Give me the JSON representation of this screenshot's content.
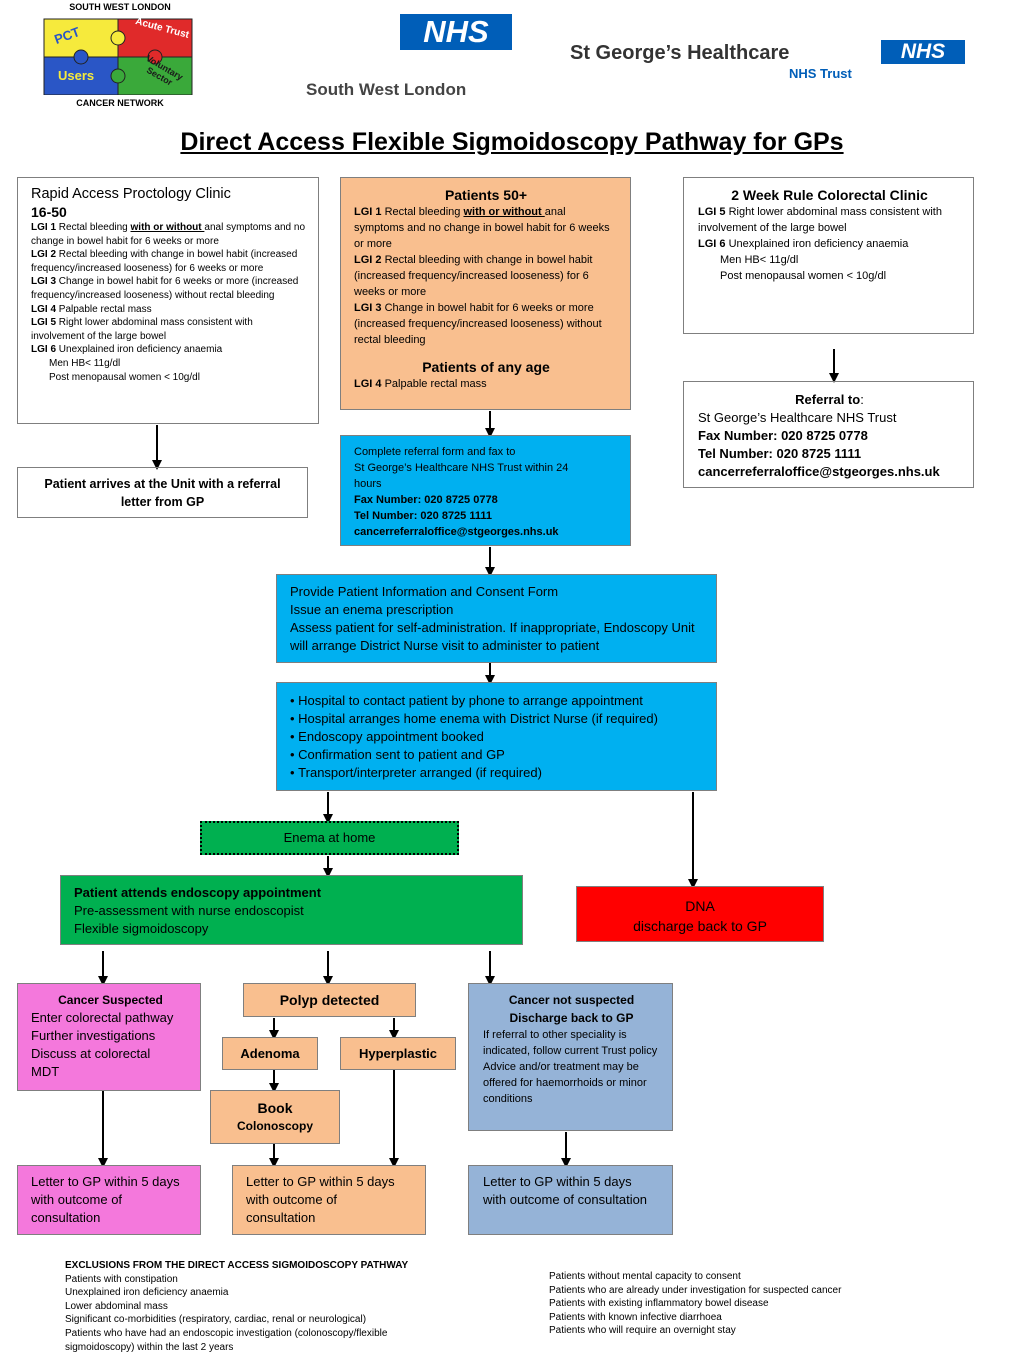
{
  "logos": {
    "network": {
      "line1": "SOUTH WEST LONDON",
      "line2": "CANCER NETWORK",
      "pieces": [
        "PCT",
        "Acute Trust",
        "Users",
        "Voluntary Sector"
      ]
    },
    "nhs_swl": {
      "badge": "NHS",
      "sub": "South West London"
    },
    "st_georges": {
      "name": "St George’s Healthcare",
      "trust": "NHS Trust",
      "badge": "NHS"
    }
  },
  "title": "Direct Access Flexible Sigmoidoscopy Pathway for GPs",
  "rapid": {
    "heading1": "Rapid Access Proctology Clinic",
    "heading2": "16-50",
    "items": [
      {
        "code": "LGI 1",
        "pre": " Rectal bleeding ",
        "em": "with or without ",
        "post": "anal symptoms and no change in bowel habit for 6 weeks or more"
      },
      {
        "code": "LGI 2",
        "text": " Rectal bleeding with change in bowel habit (increased frequency/increased looseness) for 6 weeks or more"
      },
      {
        "code": "LGI 3",
        "text": " Change in bowel habit for 6 weeks or more (increased frequency/increased looseness) without rectal bleeding"
      },
      {
        "code": "LGI 4",
        "text": " Palpable rectal mass"
      },
      {
        "code": "LGI 5",
        "text": " Right lower abdominal mass consistent with involvement of the large bowel"
      },
      {
        "code": "LGI 6",
        "text": " Unexplained iron deficiency anaemia"
      }
    ],
    "sub1": "Men HB< 11g/dl",
    "sub2": "Post menopausal women < 10g/dl"
  },
  "arrives": "Patient arrives at the Unit with a referral letter from GP",
  "p50": {
    "heading": "Patients 50+",
    "items": [
      {
        "code": "LGI 1",
        "pre": " Rectal bleeding ",
        "em": "with or without ",
        "post": "anal symptoms and no change in bowel habit for 6 weeks or more"
      },
      {
        "code": "LGI 2",
        "text": " Rectal bleeding with change in bowel habit (increased frequency/increased looseness) for 6 weeks or more"
      },
      {
        "code": "LGI 3",
        "text": " Change in bowel habit for 6 weeks or more (increased frequency/increased looseness) without rectal bleeding"
      }
    ],
    "heading2": "Patients of any age",
    "item4": {
      "code": "LGI 4",
      "text": " Palpable rectal mass"
    }
  },
  "twoweek": {
    "heading": "2 Week Rule Colorectal Clinic",
    "item5": {
      "code": "LGI 5",
      "text": " Right lower abdominal mass consistent with involvement of the large bowel"
    },
    "item6": {
      "code": "LGI 6",
      "text": " Unexplained iron deficiency anaemia"
    },
    "sub1": "Men HB< 11g/dl",
    "sub2": "Post menopausal women < 10g/dl"
  },
  "referral": {
    "label": "Referral to",
    "colon": ":",
    "org": "St George’s Healthcare NHS Trust",
    "fax": "Fax Number:  020 8725 0778",
    "tel": "Tel Number:  020 8725 1111",
    "email": "cancerreferraloffice@stgeorges.nhs.uk"
  },
  "complete": {
    "line1": "Complete referral form and fax to",
    "line2": "St George’s Healthcare NHS Trust within 24 hours",
    "fax": "Fax Number:  020 8725 0778",
    "tel": "Tel Number:  020 8725 1111",
    "email": "cancerreferraloffice@stgeorges.nhs.uk"
  },
  "provide": {
    "line1": "Provide Patient Information and Consent Form",
    "line2": "Issue an enema prescription",
    "line3": "Assess patient for self-administration.  If inappropriate, Endoscopy Unit will arrange District Nurse visit to administer to patient"
  },
  "hospital": {
    "items": [
      "Hospital to contact patient by phone to arrange appointment",
      "Hospital arranges home enema with District Nurse (if required)",
      "Endoscopy appointment booked",
      "Confirmation sent to patient and GP",
      "Transport/interpreter arranged (if required)"
    ]
  },
  "enema": "Enema at home",
  "attends": {
    "line1": "Patient attends endoscopy appointment",
    "line2": "Pre-assessment with nurse endoscopist",
    "line3": "Flexible sigmoidoscopy"
  },
  "dna": {
    "line1": "DNA",
    "line2": "discharge back to GP"
  },
  "cancer_suspected": {
    "heading": "Cancer Suspected",
    "line1": "Enter colorectal pathway",
    "line2": "Further investigations",
    "line3": "Discuss at colorectal MDT"
  },
  "polyp": "Polyp detected",
  "adenoma": "Adenoma",
  "hyperplastic": "Hyperplastic",
  "book": {
    "line1": "Book",
    "line2": "Colonoscopy"
  },
  "not_suspected": {
    "heading1": "Cancer not suspected",
    "heading2": "Discharge back to GP",
    "text1": "If referral to other speciality is indicated, follow current Trust policy",
    "text2": "Advice and/or treatment may be offered for haemorrhoids or minor conditions"
  },
  "letters": {
    "left": "Letter to GP within 5 days with outcome of consultation",
    "middle": "Letter to GP within 5 days with outcome of consultation",
    "right": "Letter to GP within 5 days with outcome of consultation"
  },
  "exclusions": {
    "heading": "EXCLUSIONS FROM THE DIRECT ACCESS SIGMOIDOSCOPY PATHWAY",
    "left": [
      "Patients with constipation",
      "Unexplained iron deficiency anaemia",
      "Lower abdominal mass",
      "Significant co-morbidities (respiratory, cardiac, renal or neurological)",
      "Patients who have had an endoscopic investigation (colonoscopy/flexible sigmoidoscopy) within the last 2 years"
    ],
    "right": [
      "Patients without mental capacity to consent",
      "Patients who are already under investigation for suspected cancer",
      "Patients with existing inflammatory bowel disease",
      "Patients with known infective diarrhoea",
      "Patients who will require an overnight stay"
    ]
  },
  "colors": {
    "peach": "#f9bf8f",
    "blue": "#00b0f0",
    "green": "#00b050",
    "red": "#ff0000",
    "pink": "#f478dc",
    "steel": "#95b3d7",
    "nhs": "#005eb8"
  }
}
